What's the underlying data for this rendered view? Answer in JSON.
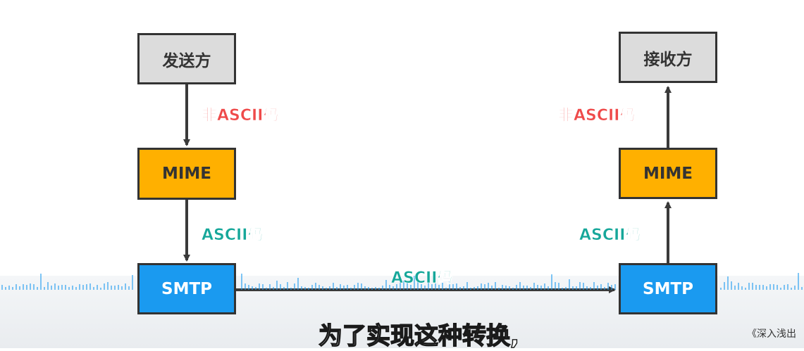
{
  "sender": {
    "title": "发送方",
    "label_top": "非ASCII码",
    "mime": "MIME",
    "label_bottom": "ASCII码",
    "smtp": "SMTP"
  },
  "receiver": {
    "title": "接收方",
    "label_top": "非ASCII码",
    "mime": "MIME",
    "label_bottom": "ASCII码",
    "smtp": "SMTP"
  },
  "transfer_label": "ASCII码",
  "subtitle": "为了实现这种转换,",
  "watermark": "《深入浅出",
  "colors": {
    "endpoint_fill": "#dcdcdc",
    "mime_fill": "#ffb000",
    "smtp_fill": "#1a9af0",
    "non_ascii_label": "#ef4a4a",
    "ascii_label": "#16a79a",
    "arrow": "#3a3a3a"
  }
}
